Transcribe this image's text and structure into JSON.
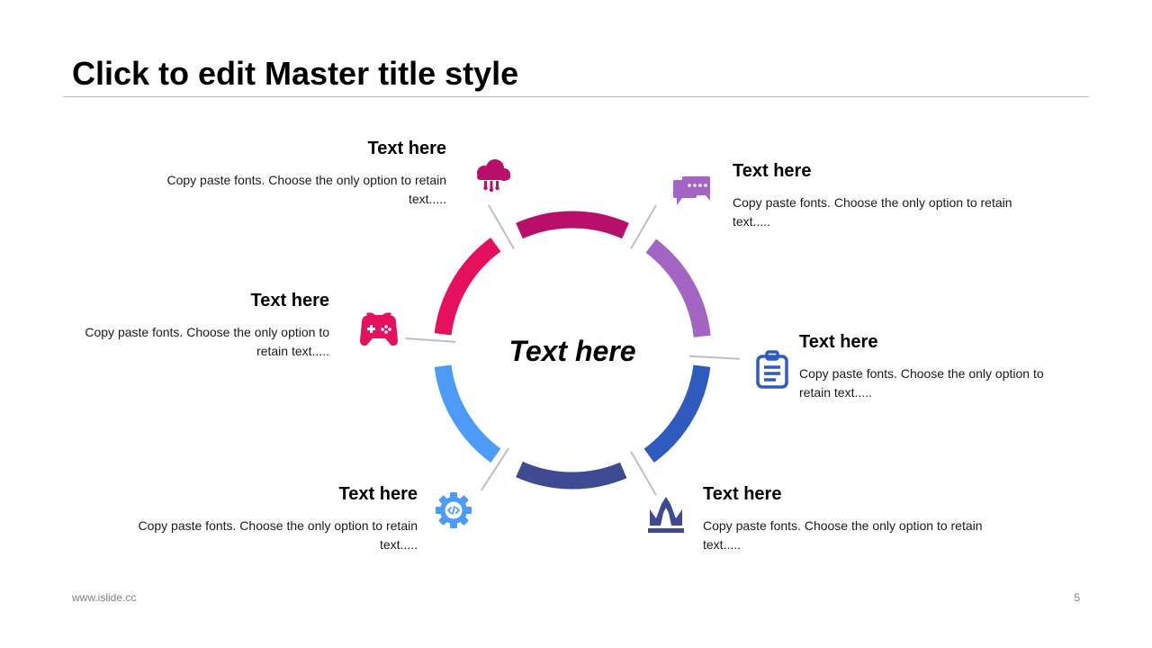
{
  "slide": {
    "title": "Click to edit Master title style",
    "center_label": "Text here"
  },
  "segments": [
    {
      "heading": "Text here",
      "body": "Copy paste fonts. Choose the only option to retain text.....",
      "color": "#b8106a",
      "icon": "cloud-computing-icon"
    },
    {
      "heading": "Text here",
      "body": "Copy paste fonts. Choose the only option to retain text.....",
      "color": "#a365c4",
      "icon": "chat-bubbles-icon"
    },
    {
      "heading": "Text here",
      "body": "Copy paste fonts. Choose the only option to retain text.....",
      "color": "#2f5bbf",
      "icon": "clipboard-icon"
    },
    {
      "heading": "Text here",
      "body": "Copy paste fonts. Choose the only option to retain text.....",
      "color": "#3e4a92",
      "icon": "crown-icon"
    },
    {
      "heading": "Text here",
      "body": "Copy paste fonts. Choose the only option to retain text.....",
      "color": "#4c9bf7",
      "icon": "code-gear-icon"
    },
    {
      "heading": "Text here",
      "body": "Copy paste fonts. Choose the only option to retain text.....",
      "color": "#e5115e",
      "icon": "gamepad-icon"
    }
  ],
  "footer": {
    "url": "www.islide.cc",
    "page_number": "5"
  }
}
